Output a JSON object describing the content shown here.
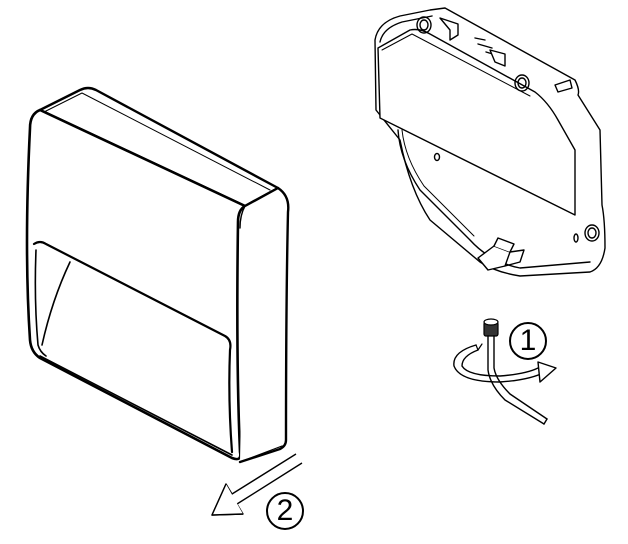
{
  "diagram": {
    "type": "installation-instructions",
    "components": [
      {
        "id": "light-fixture-cover",
        "description": "Square wall light fixture with lower downward-facing opening"
      },
      {
        "id": "mounting-plate",
        "description": "Back mounting plate / driver housing with screw holes and cable connector"
      },
      {
        "id": "set-screw",
        "description": "Small knurled set screw with rotation arrow"
      }
    ],
    "steps": [
      {
        "number": "1",
        "label": "①",
        "action": "Rotate / loosen set screw"
      },
      {
        "number": "2",
        "label": "②",
        "action": "Pull fixture cover forward and off"
      }
    ],
    "colors": {
      "line": "#000000",
      "fill": "#ffffff"
    }
  }
}
